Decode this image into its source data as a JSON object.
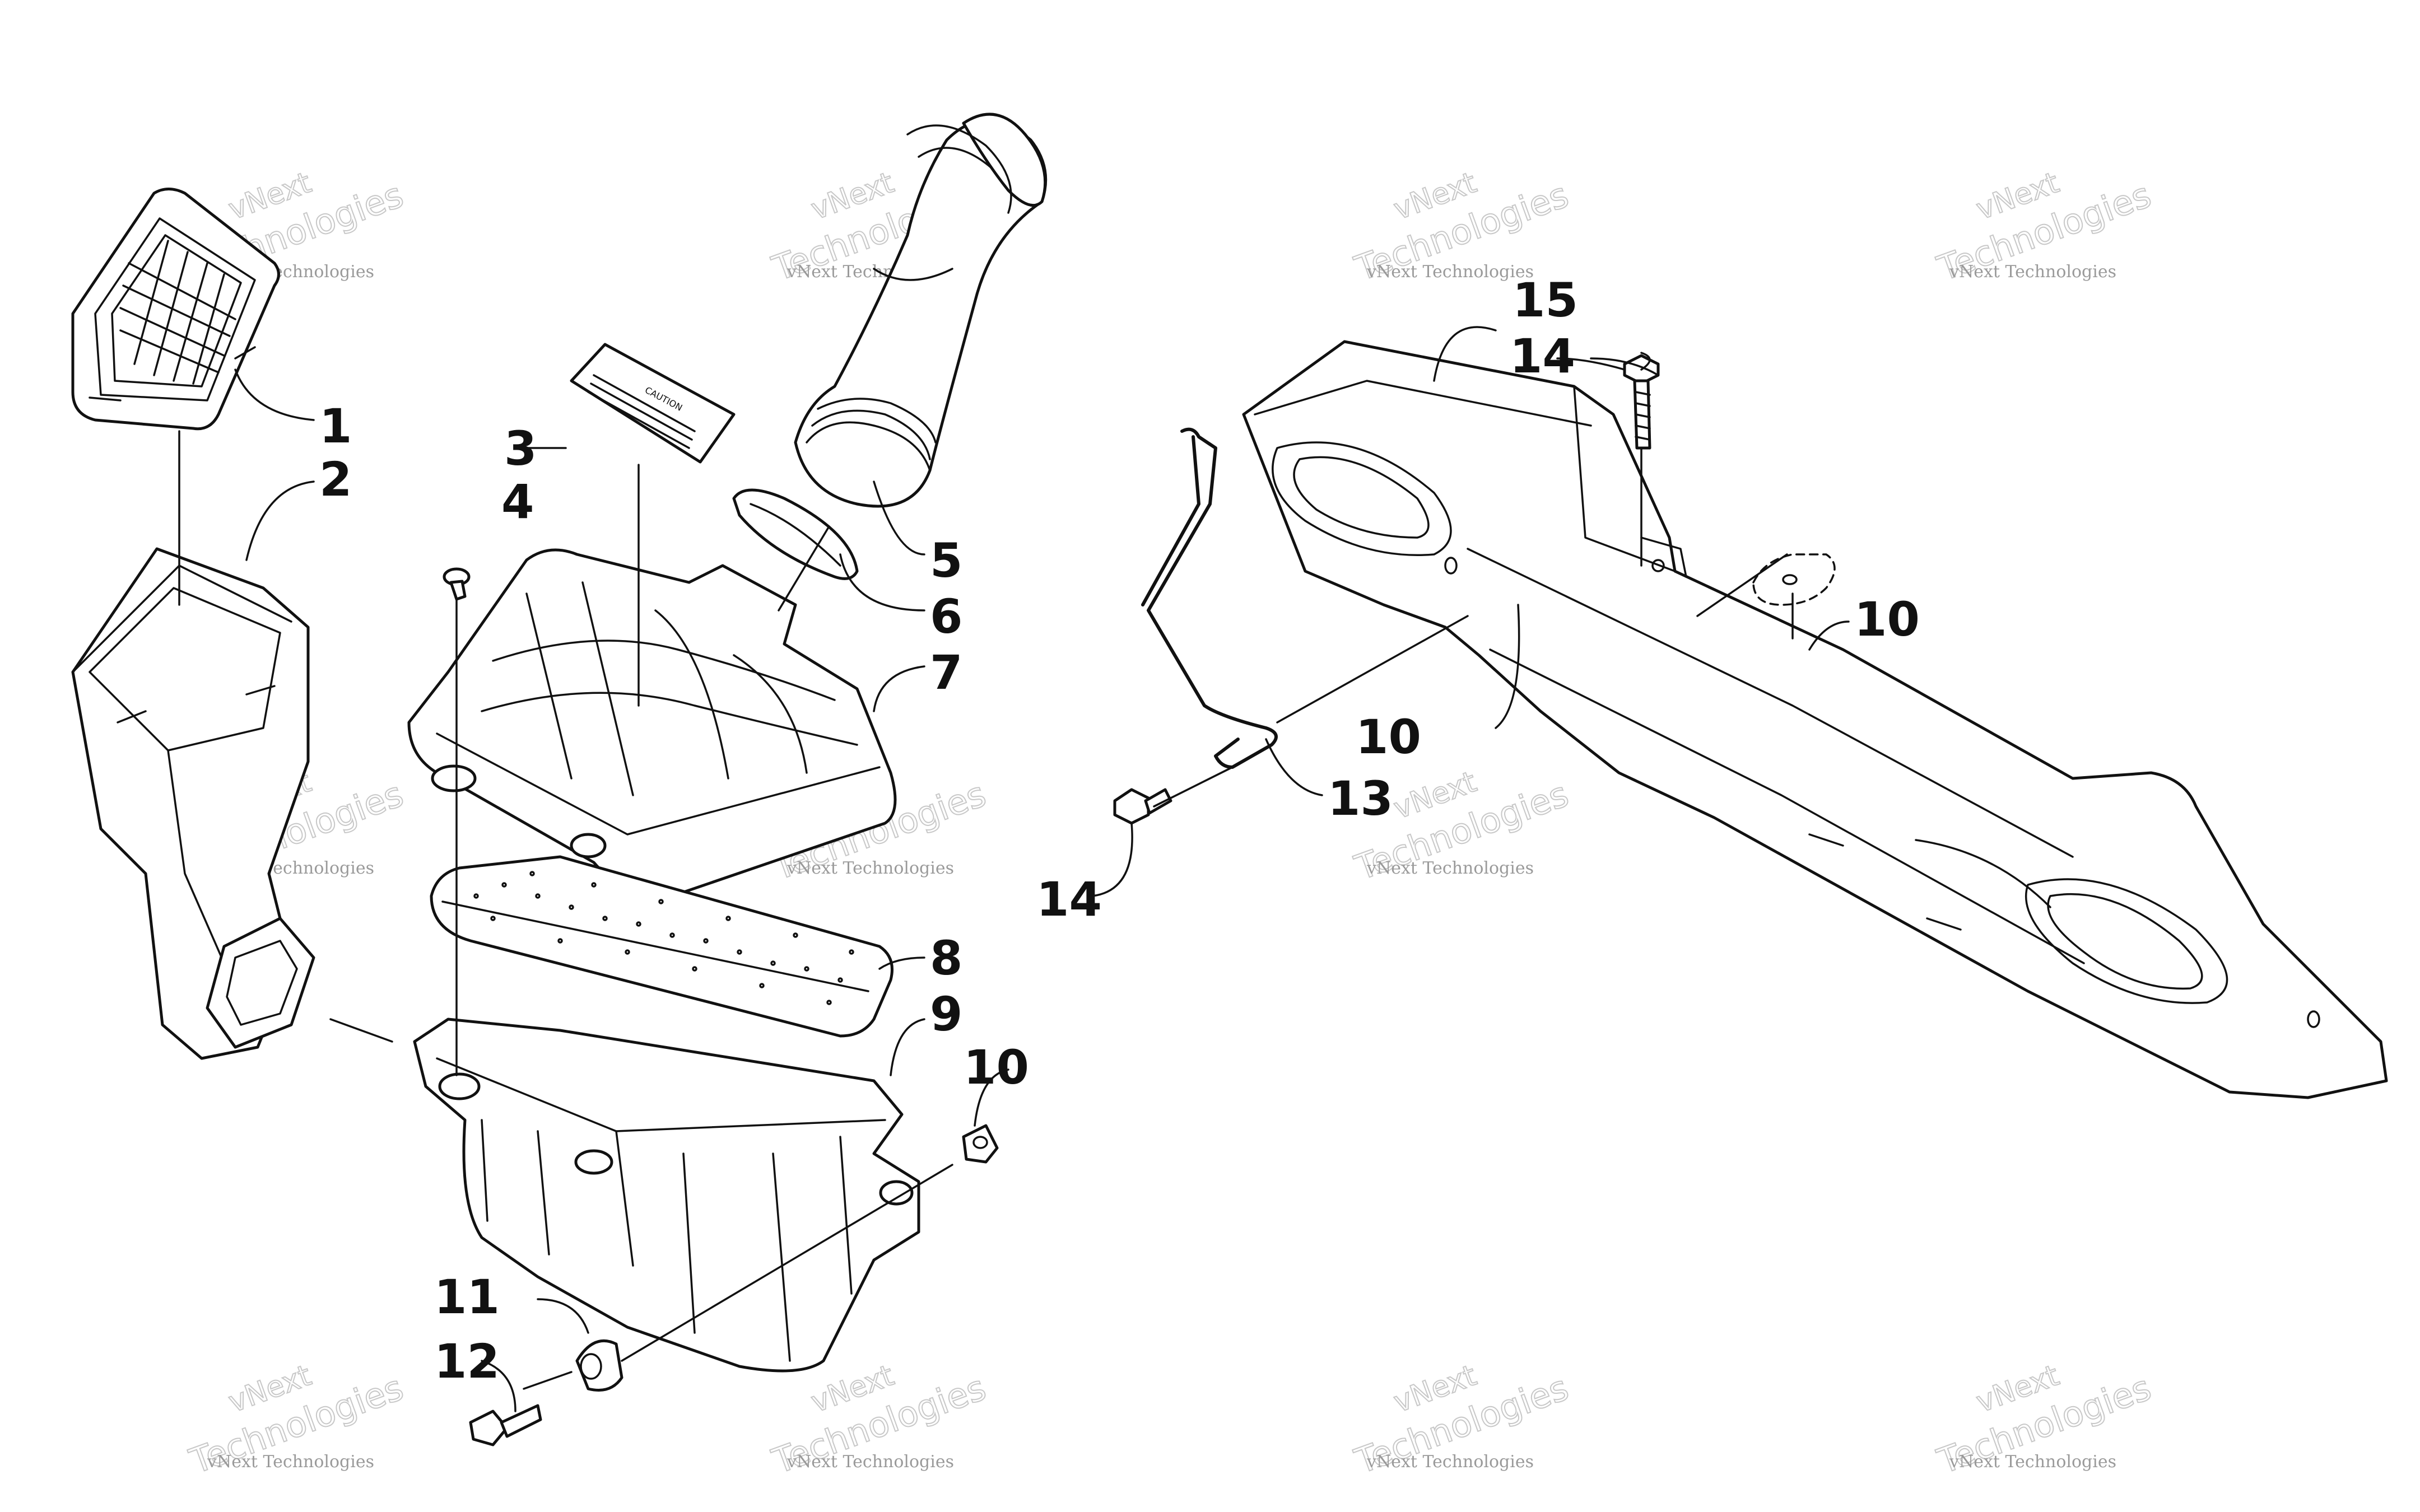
{
  "diagram": {
    "callouts": [
      "1",
      "2",
      "3",
      "4",
      "5",
      "6",
      "7",
      "8",
      "9",
      "10",
      "10",
      "10",
      "11",
      "12",
      "13",
      "14",
      "14",
      "15"
    ],
    "label_heading": "CAUTION",
    "watermark": {
      "brand": "vNext",
      "line_small": "vNext Technologies",
      "line_big": "Technologies"
    }
  },
  "colors": {
    "line": "#111111",
    "watermark": "#c8c8c8",
    "background": "#ffffff"
  }
}
